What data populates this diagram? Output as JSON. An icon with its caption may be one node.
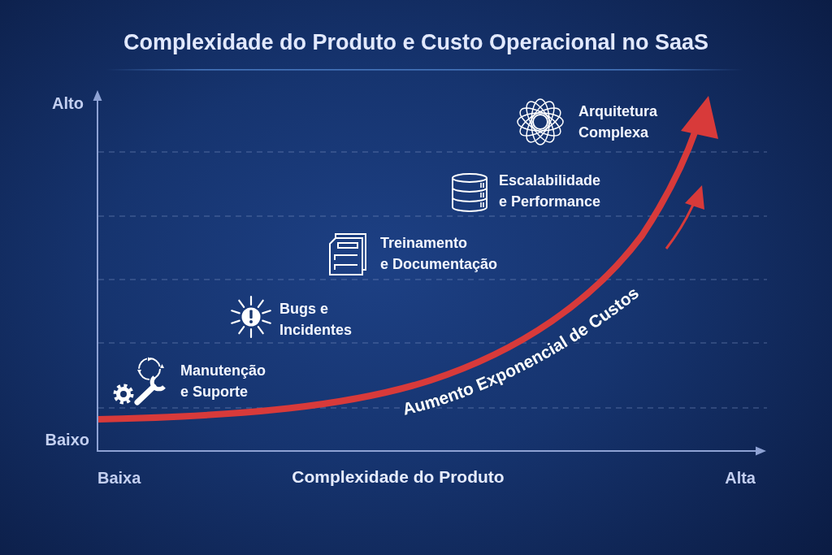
{
  "diagram": {
    "title": "Complexidade do Produto e Custo Operacional no SaaS",
    "labels": [
      "Alto",
      "Arquitetura Complexa",
      "Escalabilidade e Performance",
      "Treinamento e Documentação",
      "Bugs e Incidentes",
      "Manutenção e Suporte",
      "Aumento Exponencial de Custos",
      "Baixo",
      "Baixa",
      "Complexidade do Produto",
      "Alta"
    ]
  }
}
